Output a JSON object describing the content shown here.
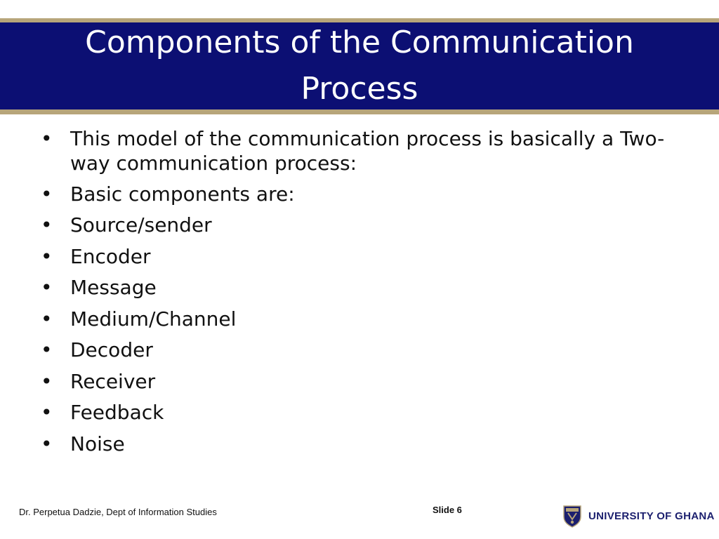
{
  "slide": {
    "title": "Components of the Communication Process",
    "bullets": [
      "This model of the communication process is basically a Two-way communication process:",
      "Basic components are:",
      "Source/sender",
      "Encoder",
      "Message",
      "Medium/Channel",
      "Decoder",
      "Receiver",
      "Feedback",
      "Noise"
    ],
    "bullet_glyph": "•"
  },
  "footer": {
    "author": "Dr. Perpetua Dadzie, Dept of Information Studies",
    "slide_number": "Slide 6",
    "logo_text": "UNIVERSITY OF GHANA"
  },
  "colors": {
    "title_band": "#0c0f73",
    "accent_tan": "#b7a57a",
    "logo_text": "#1b1f6e"
  }
}
